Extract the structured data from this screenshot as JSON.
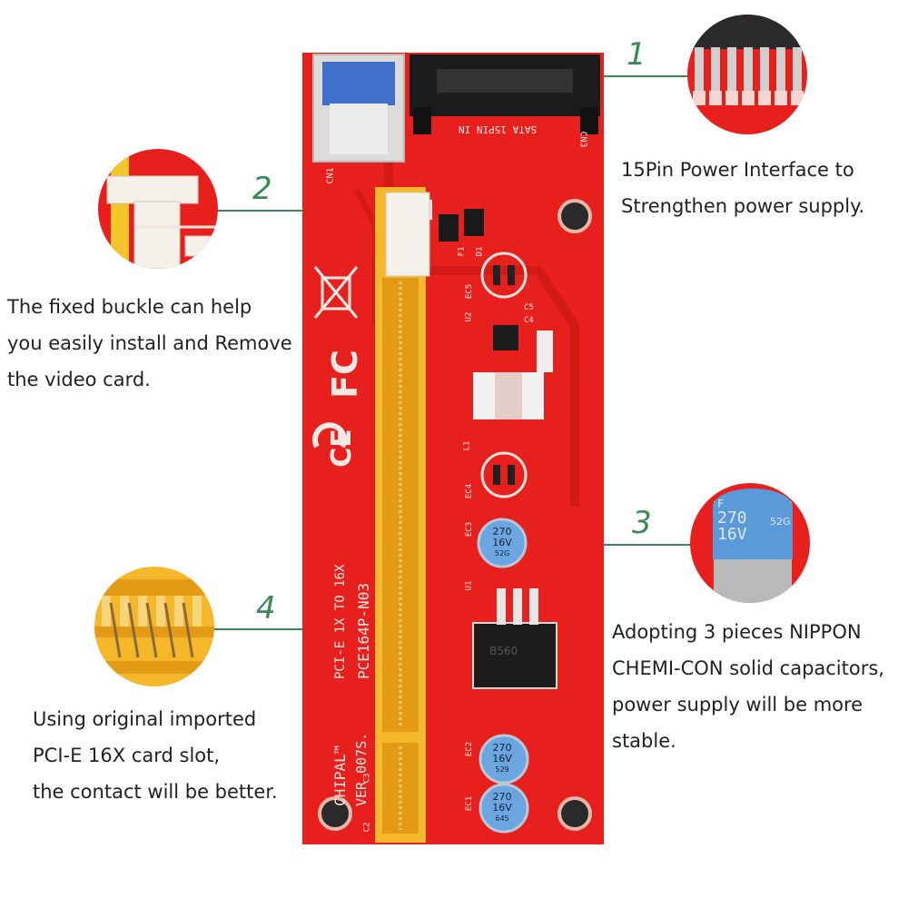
{
  "callouts": [
    {
      "number": "1",
      "lines": [
        "15Pin Power Interface to",
        "Strengthen power supply."
      ]
    },
    {
      "number": "2",
      "lines": [
        "The fixed buckle can help",
        "you easily install and Remove",
        "the video card."
      ]
    },
    {
      "number": "3",
      "lines": [
        "Adopting 3 pieces NIPPON",
        "CHEMI-CON solid capacitors,",
        "power supply will be more",
        "stable."
      ]
    },
    {
      "number": "4",
      "lines": [
        "Using original imported",
        "PCI-E 16X card slot,",
        "the contact will be better."
      ]
    }
  ],
  "board": {
    "sata_label": "SATA 15PIN IN",
    "cn3": "CN3",
    "cn1": "CN1",
    "model_line1": "PCI-E 1X TO 16X",
    "model_line2": "PCE164P-N03",
    "brand": "CHIPAL™",
    "version": "VER 007S.",
    "fc_mark": "FC",
    "ce_mark": "CE",
    "silk_labels": [
      "EC5",
      "U2",
      "C5",
      "C4",
      "L1",
      "EC4",
      "EC3",
      "U1",
      "EC2",
      "EC1",
      "F1",
      "D1",
      "C3",
      "C2"
    ],
    "cap_marking": [
      "270",
      "16V"
    ],
    "cap_codes": [
      "52G",
      "529",
      "645"
    ],
    "regulator_text": "B560"
  },
  "zoom_capacitor_text": [
    "F",
    "270",
    "16V",
    "52G"
  ],
  "colors": {
    "board": "#e8201d",
    "accent": "#3a8a55",
    "slot": "#f5b82a",
    "capacitor": "#5b9ad8"
  }
}
